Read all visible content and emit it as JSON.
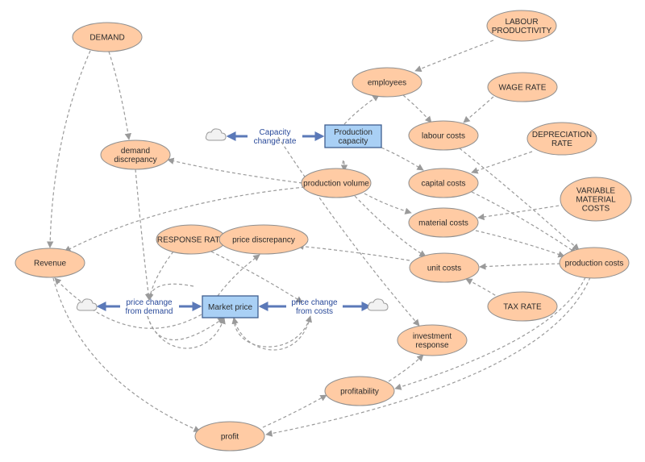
{
  "colors": {
    "auxiliary_fill": "#ffcba4",
    "stock_fill": "#a9d0f5",
    "flow_arrow": "#5b79b8",
    "link": "#9a9a9a",
    "flow_label": "#2a4a9a"
  },
  "stocks": {
    "production_capacity": [
      "Production",
      "capacity"
    ],
    "market_price": [
      "Market price"
    ]
  },
  "flows": {
    "capacity_change_rate": [
      "Capacity",
      "change rate"
    ],
    "price_change_from_demand": [
      "price change",
      "from demand"
    ],
    "price_change_from_costs": [
      "price change",
      "from costs"
    ]
  },
  "variables": {
    "demand": [
      "DEMAND"
    ],
    "labour_productivity": [
      "LABOUR",
      "PRODUCTIVITY"
    ],
    "employees": [
      "employees"
    ],
    "wage_rate": [
      "WAGE RATE"
    ],
    "labour_costs": [
      "labour costs"
    ],
    "depreciation_rate": [
      "DEPRECIATION",
      "RATE"
    ],
    "demand_discrepancy": [
      "demand",
      "discrepancy"
    ],
    "production_volume": [
      "production volume"
    ],
    "capital_costs": [
      "capital costs"
    ],
    "variable_material_costs": [
      "VARIABLE",
      "MATERIAL",
      "COSTS"
    ],
    "material_costs": [
      "material costs"
    ],
    "response_rate": [
      "RESPONSE RATE"
    ],
    "price_discrepancy": [
      "price discrepancy"
    ],
    "revenue": [
      "Revenue"
    ],
    "unit_costs": [
      "unit costs"
    ],
    "production_costs": [
      "production costs"
    ],
    "tax_rate": [
      "TAX RATE"
    ],
    "investment_response": [
      "investment",
      "response"
    ],
    "profitability": [
      "profitability"
    ],
    "profit": [
      "profit"
    ]
  }
}
